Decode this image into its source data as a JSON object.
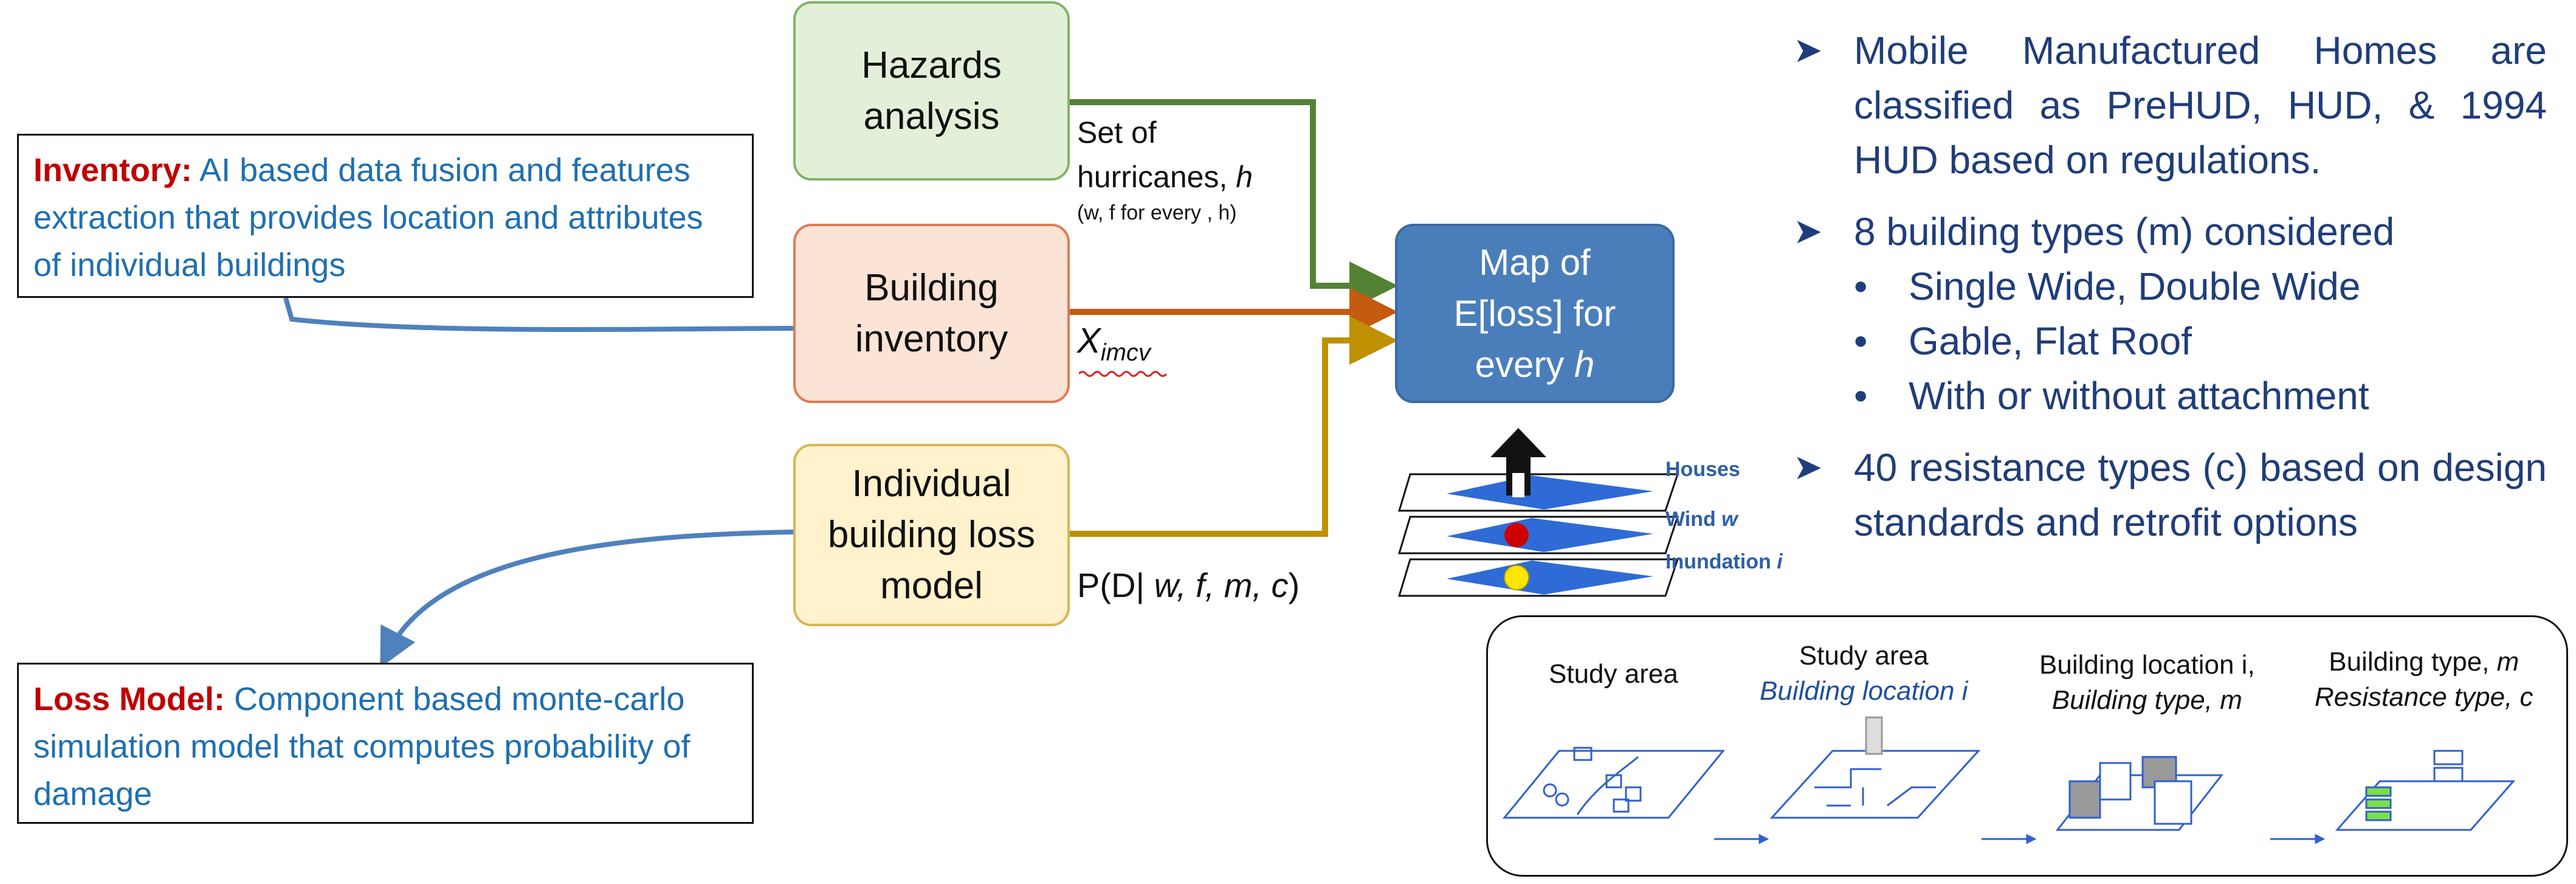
{
  "nodes": {
    "hazards": "Hazards\nanalysis",
    "inventory": "Building\ninventory",
    "lossmodel": "Individual\nbuilding loss\nmodel",
    "map_line1": "Map of",
    "map_line2": "E[loss] for",
    "map_line3_word": "every",
    "map_line3_var": "h"
  },
  "edge_labels": {
    "hurricanes_1": "Set of",
    "hurricanes_2": "hurricanes,",
    "hurricanes_var": "h",
    "hurricanes_3": "(w, f for every , h)",
    "x_var": "X",
    "x_sub": "imcv",
    "p_prefix": "P(D|",
    "p_vars": "w, f, m,",
    "p_c": "c",
    "p_suffix": ")"
  },
  "callouts": {
    "inventory_head": "Inventory:",
    "inventory_text": "AI based data fusion and features extraction that provides location and attributes of individual buildings",
    "loss_head": "Loss Model:",
    "loss_text": "Component based monte-carlo simulation model that computes probability of damage"
  },
  "layers": {
    "houses": "Houses",
    "wind": "Wind",
    "wind_var": "w",
    "inundation": "Inundation",
    "inundation_var": "i"
  },
  "bullets": {
    "b1": "Mobile Manufactured Homes are classified as PreHUD, HUD, & 1994 HUD based on regulations.",
    "b2": "8 building types (m) considered",
    "b2_subs": [
      "Single Wide, Double Wide",
      "Gable, Flat Roof",
      "With or without attachment"
    ],
    "b3": "40 resistance types (c) based on design standards and retrofit options"
  },
  "steps": {
    "s1": "Study area",
    "s2_line1": "Study area",
    "s2_line2": "Building location i",
    "s3_line1": "Building location i,",
    "s3_line2": "Building type, m",
    "s4_line1a": "Building type,",
    "s4_line1b": "m",
    "s4_line2": "Resistance type, c"
  },
  "colors": {
    "hazards_fill": "#e2f0d9",
    "hazards_stroke": "#82b366",
    "inventory_fill": "#fbe3d6",
    "inventory_stroke": "#e07b54",
    "loss_fill": "#fff2cc",
    "loss_stroke": "#d6b656",
    "map_fill": "#4a7ebb",
    "edge_green": "#548235",
    "edge_orange": "#c55a11",
    "edge_gold": "#bf9000",
    "curve_blue": "#4f81bd",
    "text_blue": "#1f3d7a"
  }
}
